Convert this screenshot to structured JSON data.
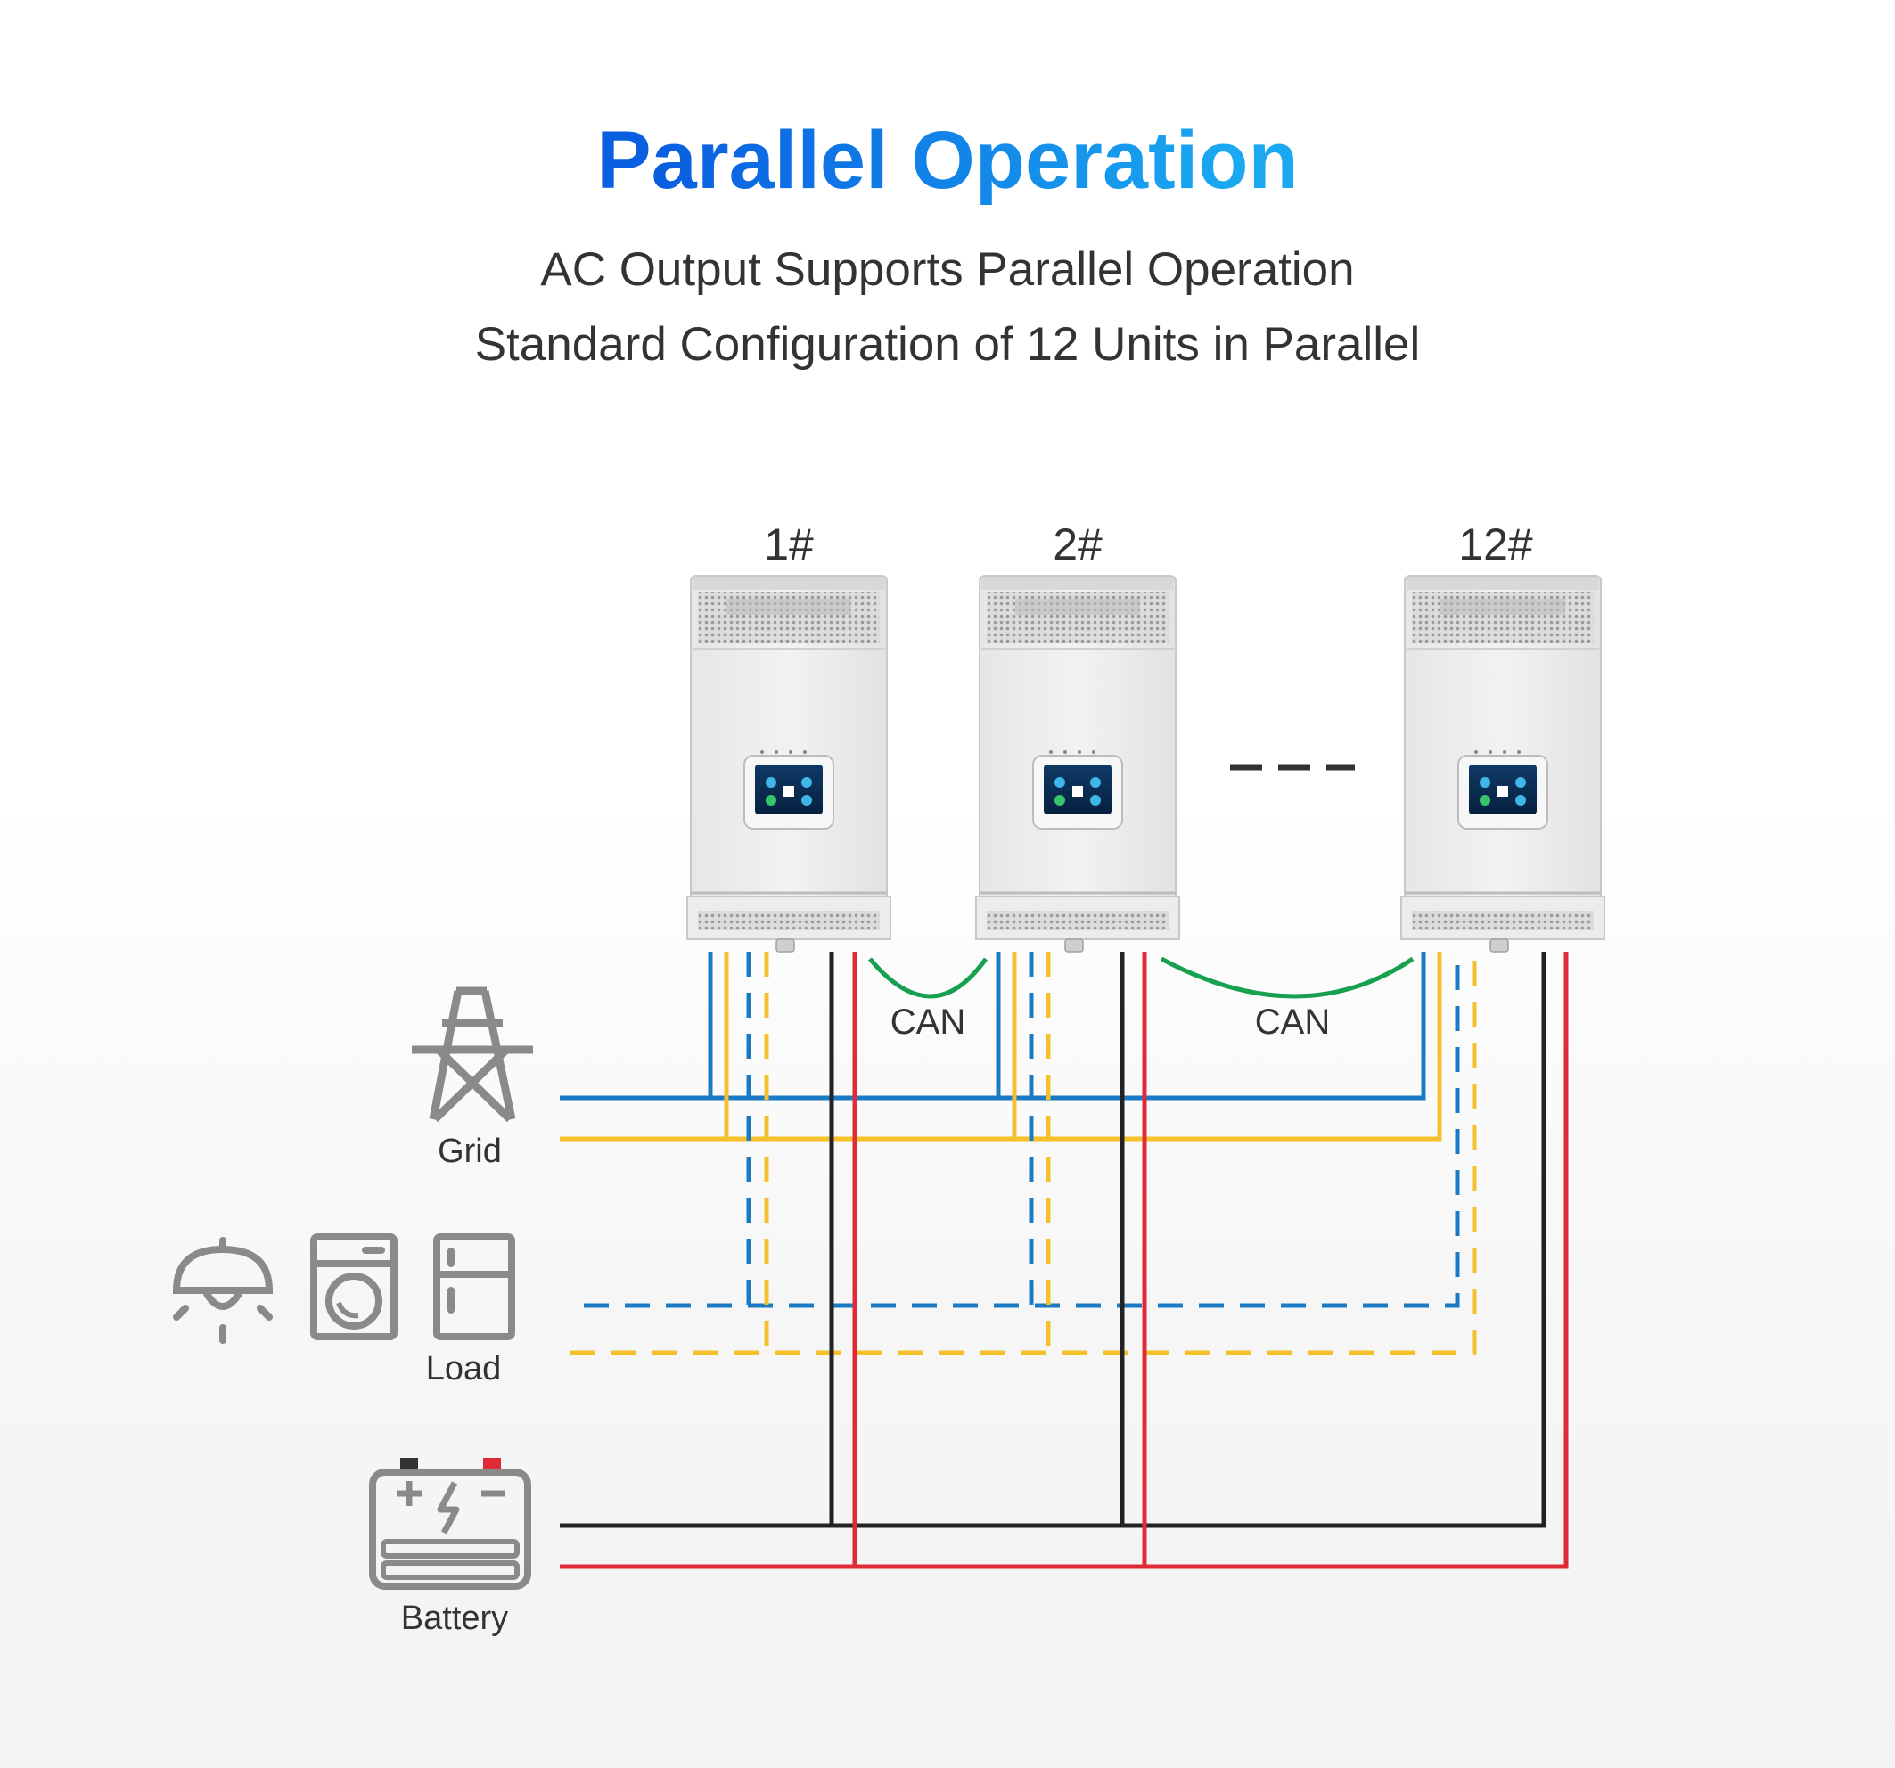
{
  "title": "Parallel Operation",
  "subtitle_lines": [
    "AC Output Supports Parallel Operation",
    "Standard Configuration of 12 Units in Parallel"
  ],
  "units": [
    {
      "label": "1#"
    },
    {
      "label": "2#"
    },
    {
      "label": "12#"
    }
  ],
  "can_labels": [
    "CAN",
    "CAN"
  ],
  "sources": {
    "grid": "Grid",
    "load": "Load",
    "battery": "Battery"
  },
  "colors": {
    "grid_line_1": "#1a7bc4",
    "grid_line_2": "#f5c02a",
    "load_line_1": "#1a7bc4",
    "load_line_2": "#f5c02a",
    "battery_negative": "#222222",
    "battery_positive": "#e02a35",
    "can_cable": "#16a050",
    "title_start": "#0a5fe0",
    "title_end": "#1aa8f0"
  },
  "icons": [
    "transmission-tower-icon",
    "ceiling-lamp-icon",
    "washing-machine-icon",
    "refrigerator-icon",
    "battery-icon"
  ]
}
